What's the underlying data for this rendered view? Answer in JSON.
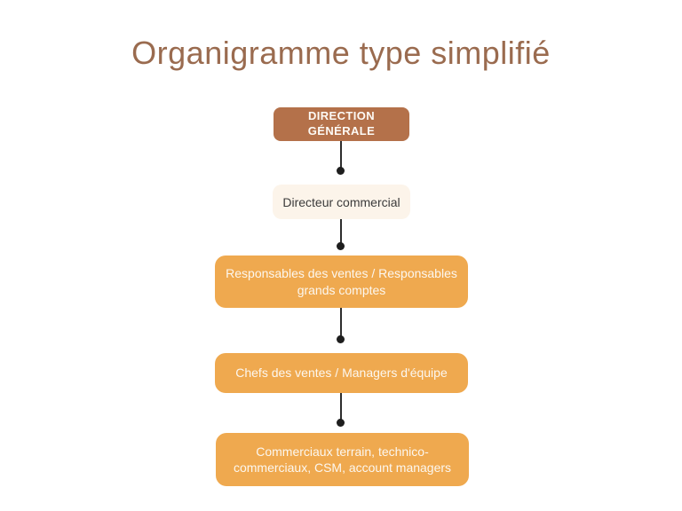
{
  "title": {
    "text": "Organigramme type simplifié"
  },
  "orgchart": {
    "nodes": [
      {
        "id": "direction-generale",
        "level": 1,
        "label": "DIRECTION GÉNÉRALE"
      },
      {
        "id": "directeur-commercial",
        "level": 2,
        "label": "Directeur commercial"
      },
      {
        "id": "responsables-ventes",
        "level": 3,
        "label": "Responsables des ventes / Responsables grands comptes"
      },
      {
        "id": "chefs-des-ventes",
        "level": 4,
        "label": "Chefs des ventes / Managers d'équipe"
      },
      {
        "id": "commerciaux",
        "level": 5,
        "label": "Commerciaux terrain, technico-commerciaux, CSM, account managers"
      }
    ],
    "colors": {
      "title_text": "#9A6B4F",
      "node_top_bg": "#B4714A",
      "node_secondary_bg": "#FCF4EA",
      "node_secondary_text": "#3B3B3B",
      "node_orange_bg": "#EFA94F",
      "node_light_text": "#FCF7EF",
      "connector_line": "#2E2E2E",
      "connector_dot": "#1E1E1E",
      "background": "#FFFFFF"
    }
  }
}
